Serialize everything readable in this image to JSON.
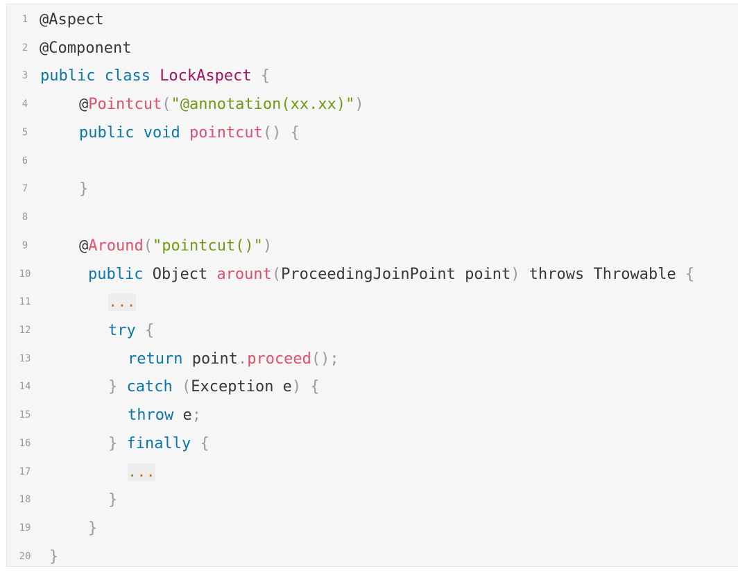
{
  "code": {
    "lines": [
      {
        "n": "1",
        "tokens": [
          {
            "t": "@Aspect",
            "c": "plain"
          }
        ]
      },
      {
        "n": "2",
        "tokens": [
          {
            "t": "@Component",
            "c": "plain"
          }
        ]
      },
      {
        "n": "3",
        "tokens": [
          {
            "t": "public class ",
            "c": "kw"
          },
          {
            "t": "LockAspect",
            "c": "cls"
          },
          {
            "t": " {",
            "c": "punc"
          }
        ]
      },
      {
        "n": "4",
        "tokens": [
          {
            "t": "@",
            "c": "plain"
          },
          {
            "t": "Pointcut",
            "c": "fn"
          },
          {
            "t": "(",
            "c": "punc"
          },
          {
            "t": "\"@annotation(xx.xx)\"",
            "c": "str"
          },
          {
            "t": ")",
            "c": "punc"
          }
        ]
      },
      {
        "n": "5",
        "tokens": [
          {
            "t": "public void ",
            "c": "kw"
          },
          {
            "t": "pointcut",
            "c": "fn"
          },
          {
            "t": "() {",
            "c": "punc"
          }
        ]
      },
      {
        "n": "6",
        "tokens": []
      },
      {
        "n": "7",
        "tokens": [
          {
            "t": "}",
            "c": "punc"
          }
        ]
      },
      {
        "n": "8",
        "tokens": []
      },
      {
        "n": "9",
        "tokens": [
          {
            "t": "@",
            "c": "plain"
          },
          {
            "t": "Around",
            "c": "fn"
          },
          {
            "t": "(",
            "c": "punc"
          },
          {
            "t": "\"pointcut()\"",
            "c": "str"
          },
          {
            "t": ")",
            "c": "punc"
          }
        ]
      },
      {
        "n": "10",
        "tokens": [
          {
            "t": "public ",
            "c": "kw"
          },
          {
            "t": "Object ",
            "c": "plain"
          },
          {
            "t": "arount",
            "c": "fn"
          },
          {
            "t": "(",
            "c": "punc"
          },
          {
            "t": "ProceedingJoinPoint point",
            "c": "plain"
          },
          {
            "t": ")",
            "c": "punc"
          },
          {
            "t": " throws Throwable ",
            "c": "plain"
          },
          {
            "t": "{",
            "c": "punc"
          }
        ]
      },
      {
        "n": "11",
        "tokens": [
          {
            "t": "...",
            "c": "dots"
          }
        ]
      },
      {
        "n": "12",
        "tokens": [
          {
            "t": "try ",
            "c": "kw"
          },
          {
            "t": "{",
            "c": "punc"
          }
        ]
      },
      {
        "n": "13",
        "tokens": [
          {
            "t": "return ",
            "c": "kw"
          },
          {
            "t": "point",
            "c": "plain"
          },
          {
            "t": ".",
            "c": "punc"
          },
          {
            "t": "proceed",
            "c": "fn"
          },
          {
            "t": "();",
            "c": "punc"
          }
        ]
      },
      {
        "n": "14",
        "tokens": [
          {
            "t": "} ",
            "c": "punc"
          },
          {
            "t": "catch ",
            "c": "kw"
          },
          {
            "t": "(",
            "c": "punc"
          },
          {
            "t": "Exception e",
            "c": "plain"
          },
          {
            "t": ") {",
            "c": "punc"
          }
        ]
      },
      {
        "n": "15",
        "tokens": [
          {
            "t": "throw ",
            "c": "kw"
          },
          {
            "t": "e",
            "c": "plain"
          },
          {
            "t": ";",
            "c": "punc"
          }
        ]
      },
      {
        "n": "16",
        "tokens": [
          {
            "t": "} ",
            "c": "punc"
          },
          {
            "t": "finally ",
            "c": "kw"
          },
          {
            "t": "{",
            "c": "punc"
          }
        ]
      },
      {
        "n": "17",
        "tokens": [
          {
            "t": "...",
            "c": "dots"
          }
        ]
      },
      {
        "n": "18",
        "tokens": [
          {
            "t": "}",
            "c": "punc"
          }
        ]
      },
      {
        "n": "19",
        "tokens": [
          {
            "t": "}",
            "c": "punc"
          }
        ]
      },
      {
        "n": "20",
        "tokens": [
          {
            "t": "}",
            "c": "punc"
          }
        ]
      }
    ]
  },
  "colors": {
    "background": "#f6f6f6",
    "keyword": "#0b77a8",
    "class_name": "#a3145c",
    "function": "#e0506a",
    "string": "#6f9a13",
    "punctuation": "#9a9a9a",
    "plain": "#383838",
    "line_number": "#999999"
  }
}
